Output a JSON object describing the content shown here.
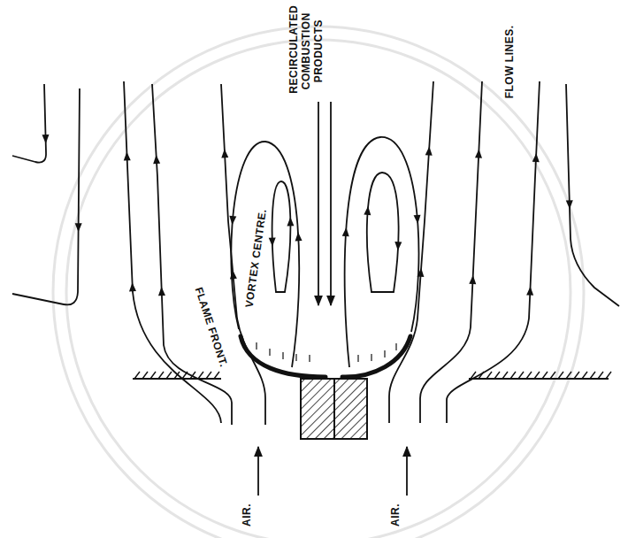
{
  "diagram": {
    "labels": [
      "RECIRCULATED COMBUSTION PRODUCTS",
      "VORTEX CENTRE.",
      "FLAME FRONT.",
      "FLOW LINES.",
      "AIR.",
      "AIR."
    ]
  }
}
